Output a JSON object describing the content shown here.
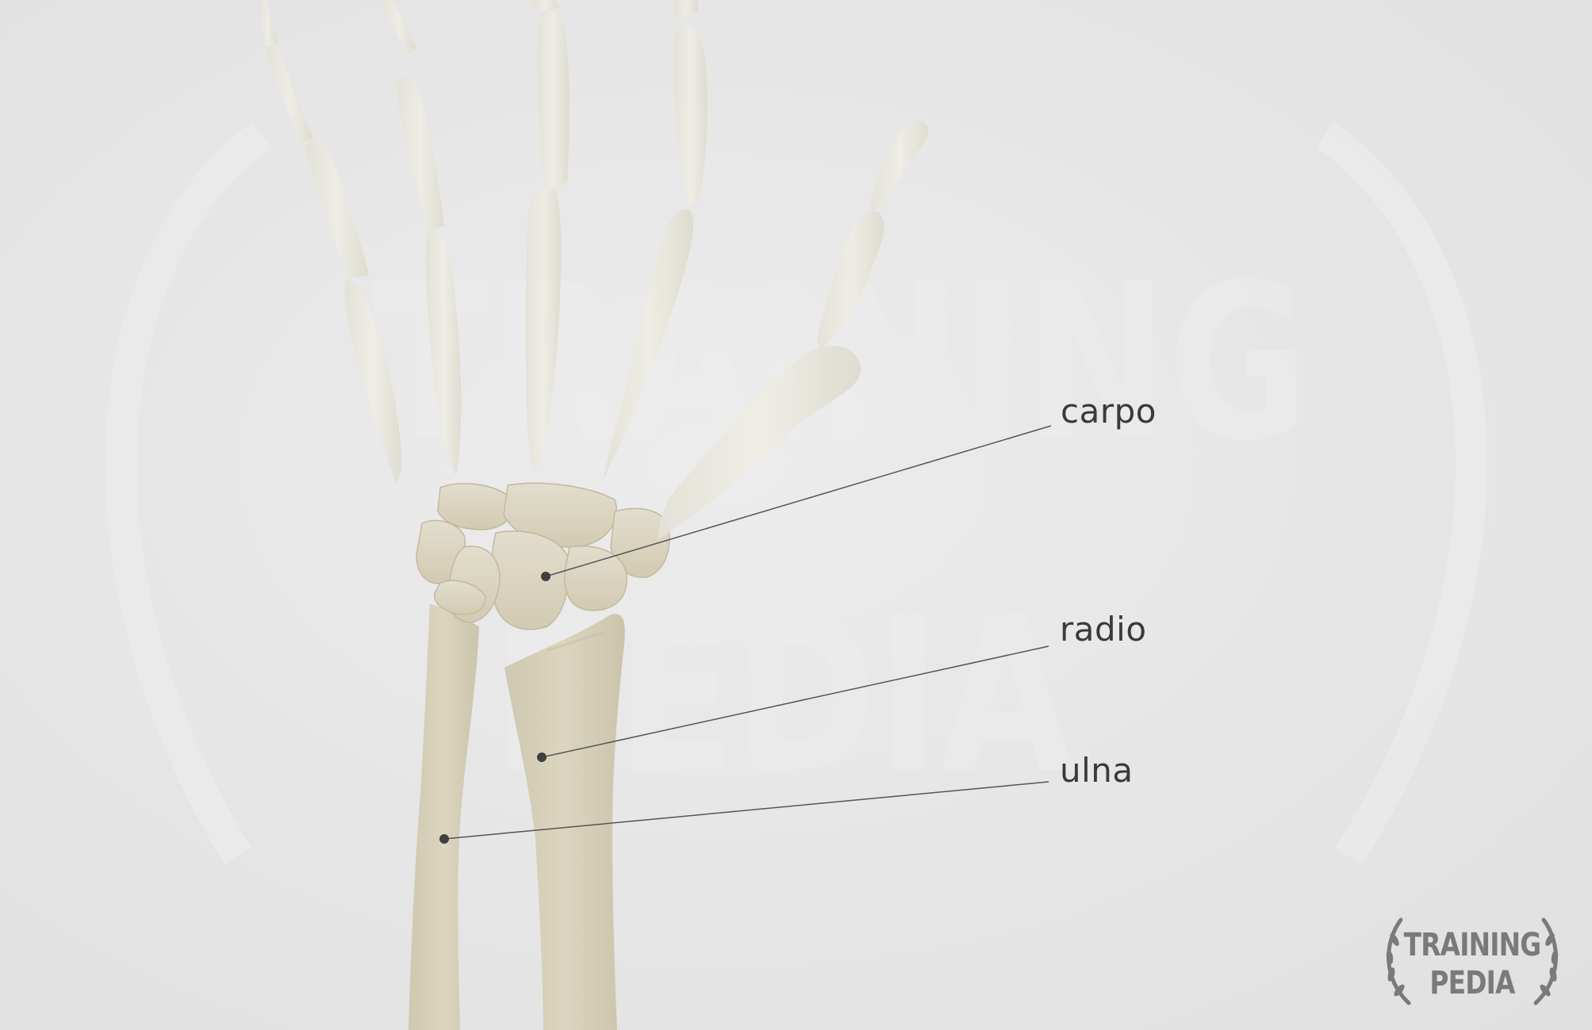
{
  "diagram": {
    "labels": {
      "carpo": "carpo",
      "radio": "radio",
      "ulna": "ulna"
    }
  },
  "watermark": {
    "line1": "TRAINING",
    "line2": "PEDIA"
  },
  "logo": {
    "line1": "TRAINING",
    "line2": "PEDIA"
  },
  "colors": {
    "background": "#e6e6e6",
    "bone_light": "#e9e7dd",
    "bone_dark": "#d9d3be",
    "leader_line": "#555555",
    "label_text": "#3a3a3a",
    "logo": "#7a7a7a"
  }
}
